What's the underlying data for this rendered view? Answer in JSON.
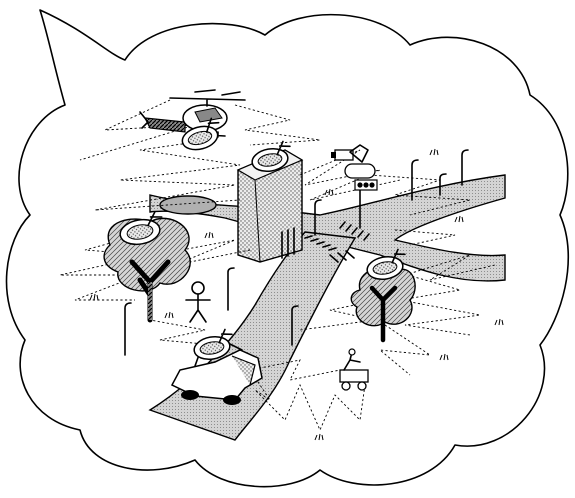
{
  "colors": {
    "ink": "#000000",
    "background": "#ffffff",
    "road_fill": "#cfcfcf",
    "building_fill": "#d9d9d9",
    "foliage_fill": "#b8b8b8",
    "dish_fill": "#ffffff"
  },
  "elements": [
    {
      "name": "helicopter",
      "icon": "helicopter-icon"
    },
    {
      "name": "tall-building",
      "icon": "building-icon"
    },
    {
      "name": "traffic-camera",
      "icon": "camera-icon"
    },
    {
      "name": "traffic-light",
      "icon": "traffic-light-icon"
    },
    {
      "name": "left-tree",
      "icon": "tree-icon"
    },
    {
      "name": "right-tree",
      "icon": "tree-icon"
    },
    {
      "name": "pedestrian",
      "icon": "person-icon"
    },
    {
      "name": "car",
      "icon": "car-icon"
    },
    {
      "name": "robot-rover",
      "icon": "robot-icon"
    },
    {
      "name": "pond",
      "icon": "pond-icon"
    },
    {
      "name": "crosswalk",
      "icon": "crosswalk-icon"
    },
    {
      "name": "street-lamp",
      "icon": "street-lamp-icon"
    }
  ]
}
